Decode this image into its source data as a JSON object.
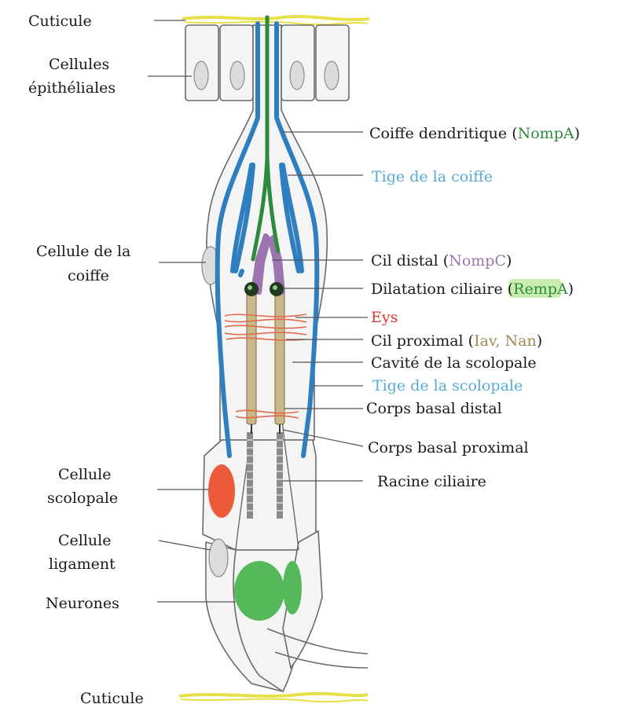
{
  "diagram": {
    "colors": {
      "text": "#1a1a1a",
      "green": "#2e8b3e",
      "blue": "#5aaad8",
      "purple": "#9b74b0",
      "red": "#e0342c",
      "olive": "#9c8a55",
      "highlight": "#c9ecb0",
      "cuticle": "#e6e04a",
      "cap_rod": "#2f7fc0",
      "neuron": "#55b85a",
      "scolopale_nucleus": "#ec5a3a",
      "cilium": "#c9b98a",
      "eys": "#e06a4a"
    },
    "labels": {
      "cuticle_top": "Cuticule",
      "epithelial_line1": "Cellules",
      "epithelial_line2": "épithéliales",
      "cap_line1": "Cellule de la",
      "cap_line2": "coiffe",
      "scolopale_line1": "Cellule",
      "scolopale_line2": "scolopale",
      "ligament_line1": "Cellule",
      "ligament_line2": "ligament",
      "neurons": "Neurones",
      "cuticle_bottom": "Cuticule",
      "dendritic_cap": "Coiffe dendritique (",
      "dendritic_cap_gene": "NompA",
      "dendritic_cap_close": ")",
      "cap_rod": "Tige de la coiffe",
      "distal_cilium": "Cil distal (",
      "distal_cilium_gene": "NompC",
      "distal_cilium_close": ")",
      "ciliary_dilation": "Dilatation ciliaire (",
      "ciliary_dilation_gene": "RempA",
      "ciliary_dilation_close": ")",
      "eys": "Eys",
      "proximal_cilium": "Cil proximal (",
      "proximal_cilium_gene": "Iav, Nan",
      "proximal_cilium_close": ")",
      "scolopale_cavity": "Cavité de la scolopale",
      "scolopale_rod": "Tige de la scolopale",
      "distal_basal_body": "Corps basal distal",
      "proximal_basal_body": "Corps basal proximal",
      "ciliary_rootlet": "Racine ciliaire"
    }
  }
}
